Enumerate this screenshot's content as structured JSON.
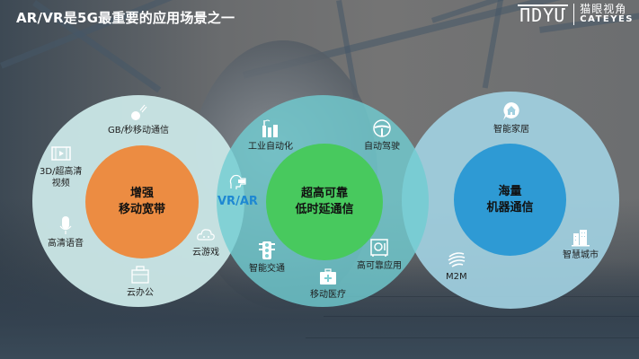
{
  "header": {
    "title": "AR/VR是5G最重要的应用场景之一"
  },
  "logo": {
    "mark": "ПDYՄ",
    "name_cn": "猫眼视角",
    "name_en": "CATEYES"
  },
  "colors": {
    "orange": "#ec8c42",
    "green": "#48c95e",
    "blue": "#2e9ad4",
    "ring_left": "#c8e4e4",
    "ring_middle": "#70cdd2",
    "ring_right": "#a0d0e0",
    "vrar_text": "#1e88d2"
  },
  "diagram": {
    "left": {
      "core": [
        "增强",
        "移动宽带"
      ],
      "items": [
        {
          "label": "GB/秒移动通信",
          "icon": "comet-icon"
        },
        {
          "label": "3D/超高清",
          "label2": "视频",
          "icon": "video-film-icon"
        },
        {
          "label": "高清语音",
          "icon": "microphone-icon"
        },
        {
          "label": "云办公",
          "icon": "briefcase-icon"
        },
        {
          "label": "云游戏",
          "icon": "cloud-game-icon"
        }
      ]
    },
    "overlap": {
      "label": "VR/AR",
      "icon": "vr-headset-icon"
    },
    "middle": {
      "core": [
        "超高可靠",
        "低时延通信"
      ],
      "items": [
        {
          "label": "工业自动化",
          "icon": "factory-icon"
        },
        {
          "label": "自动驾驶",
          "icon": "steering-wheel-icon"
        },
        {
          "label": "智能交通",
          "icon": "traffic-light-icon"
        },
        {
          "label": "移动医疗",
          "icon": "medical-kit-icon"
        },
        {
          "label": "高可靠应用",
          "icon": "safe-icon"
        }
      ]
    },
    "right": {
      "core": [
        "海量",
        "机器通信"
      ],
      "items": [
        {
          "label": "智能家居",
          "icon": "smart-home-icon"
        },
        {
          "label": "M2M",
          "icon": "globe-signal-icon"
        },
        {
          "label": "智慧城市",
          "icon": "city-buildings-icon"
        }
      ]
    }
  }
}
